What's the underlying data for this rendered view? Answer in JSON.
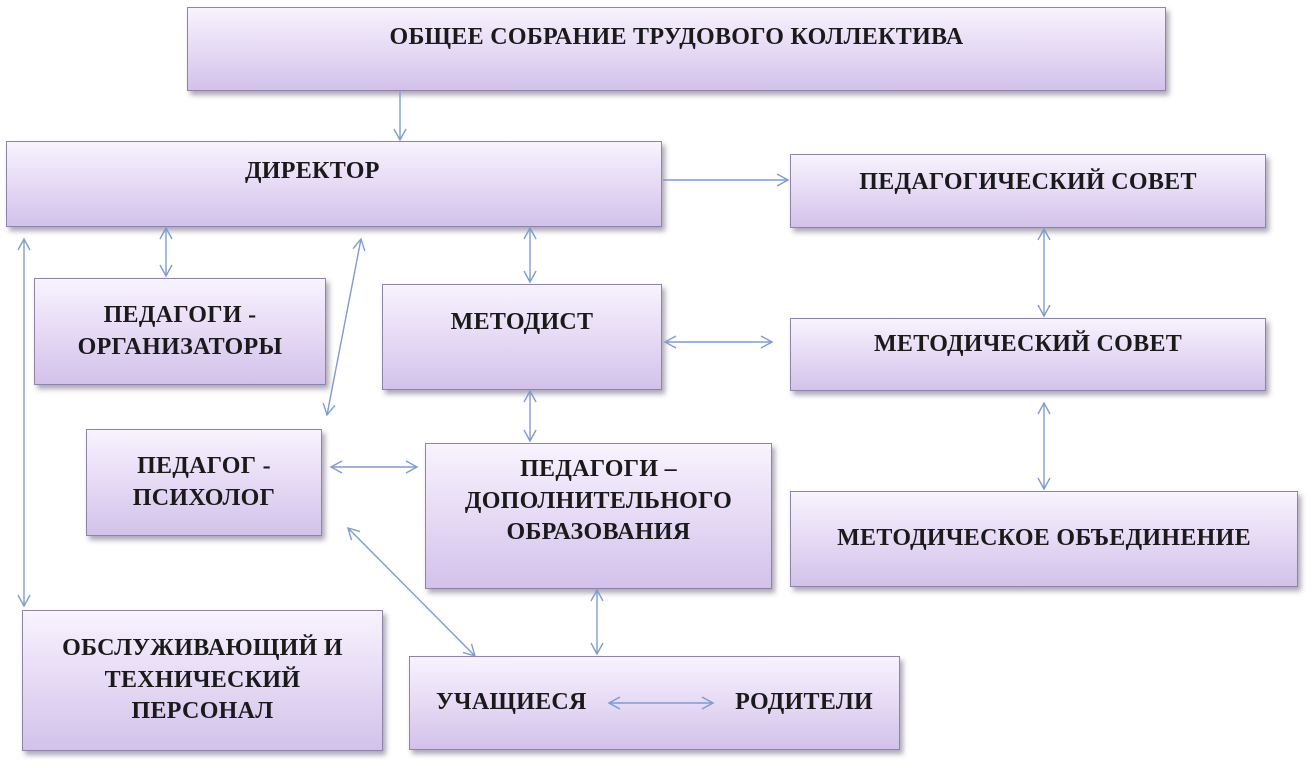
{
  "nodes": {
    "general_meeting": "ОБЩЕЕ СОБРАНИЕ ТРУДОВОГО КОЛЛЕКТИВА",
    "director": "ДИРЕКТОР",
    "pedagogical_council": "ПЕДАГОГИЧЕСКИЙ  СОВЕТ",
    "organizers": "ПЕДАГОГИ - ОРГАНИЗАТОРЫ",
    "methodist": "МЕТОДИСТ",
    "methodical_council": "МЕТОДИЧЕСКИЙ  СОВЕТ",
    "psychologist": "ПЕДАГОГ - ПСИХОЛОГ",
    "additional_education": "ПЕДАГОГИ – ДОПОЛНИТЕЛЬНОГО ОБРАЗОВАНИЯ",
    "methodical_association": "МЕТОДИЧЕСКОЕ ОБЪЕДИНЕНИЕ",
    "service_staff": "ОБСЛУЖИВАЮЩИЙ  И ТЕХНИЧЕСКИЙ ПЕРСОНАЛ",
    "students": "УЧАЩИЕСЯ",
    "parents": "РОДИТЕЛИ"
  },
  "colors": {
    "arrow": "#7f9ccd",
    "box_border": "#8e84a8",
    "box_fill_top": "#f8f3fd",
    "box_fill_bottom": "#d2c2ea"
  }
}
